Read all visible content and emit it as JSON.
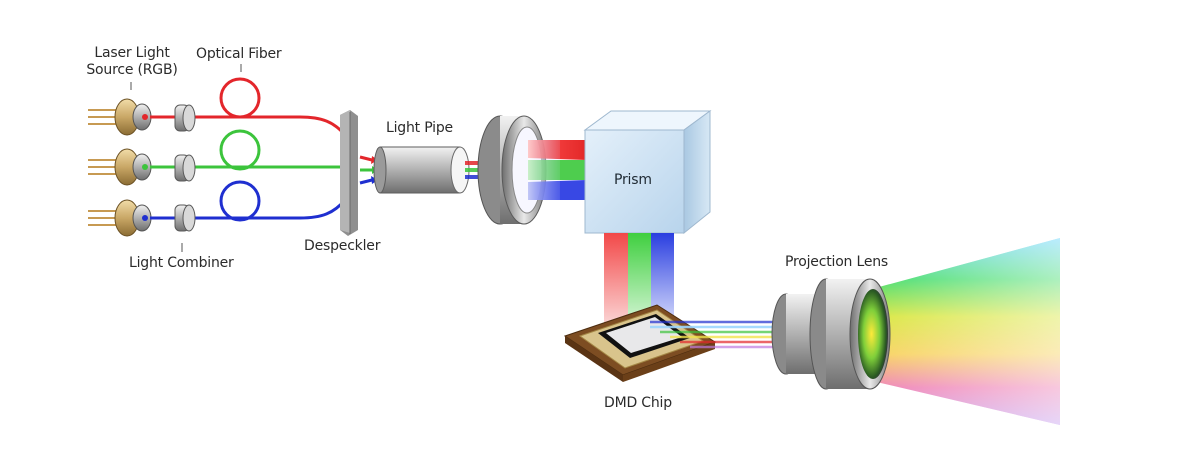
{
  "labels": {
    "laser_source_line1": "Laser Light",
    "laser_source_line2": "Source (RGB)",
    "optical_fiber": "Optical Fiber",
    "light_combiner": "Light Combiner",
    "despeckler": "Despeckler",
    "light_pipe": "Light Pipe",
    "prism": "Prism",
    "dmd_chip": "DMD Chip",
    "projection_lens": "Projection Lens"
  },
  "colors": {
    "red": "#e3262b",
    "green": "#3cc43c",
    "blue": "#1f2fd0",
    "metal_light": "#e6e6e6",
    "metal_dark": "#7c7c7c",
    "laser_gold": "#c9a766",
    "prism_blue": "#cfe4f5",
    "chip_brown": "#8a5a2e"
  },
  "icons": [
    "laser-diode-icon",
    "combiner-lens-icon",
    "fiber-loop-icon",
    "despeckler-plate-icon",
    "light-pipe-icon",
    "condenser-lens-icon",
    "prism-cube-icon",
    "dmd-chip-icon",
    "projection-lens-icon"
  ]
}
